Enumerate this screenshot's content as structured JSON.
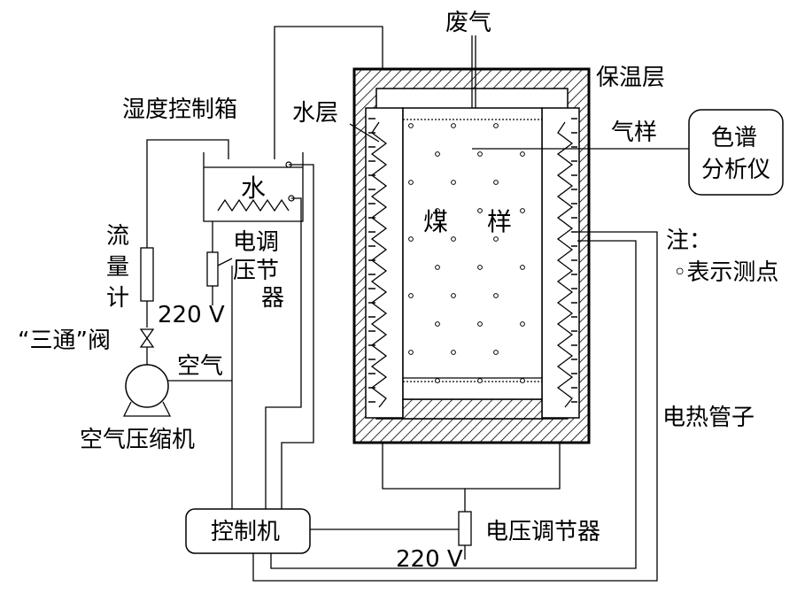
{
  "labels": {
    "exhaust": "废气",
    "insulation": "保温层",
    "water_layer": "水层",
    "humidity_box": "湿度控制箱",
    "water": "水",
    "coal_1": "煤",
    "coal_2": "样",
    "gas_sample": "气样",
    "chromatograph_1": "色谱",
    "chromatograph_2": "分析仪",
    "flowmeter_1": "流",
    "flowmeter_2": "量",
    "flowmeter_3": "计",
    "regulator_small_1": "电调",
    "regulator_small_2": "压节",
    "regulator_small_3": "器",
    "voltage_220_top": "220 V",
    "three_way_valve": "“三通”阀",
    "air": "空气",
    "compressor": "空气压缩机",
    "note_title": "注：",
    "note_body": "◦表示测点",
    "heating_tube": "电热管子",
    "controller": "控制机",
    "voltage_regulator": "电压调节器",
    "voltage_220_bottom": "220 V"
  }
}
